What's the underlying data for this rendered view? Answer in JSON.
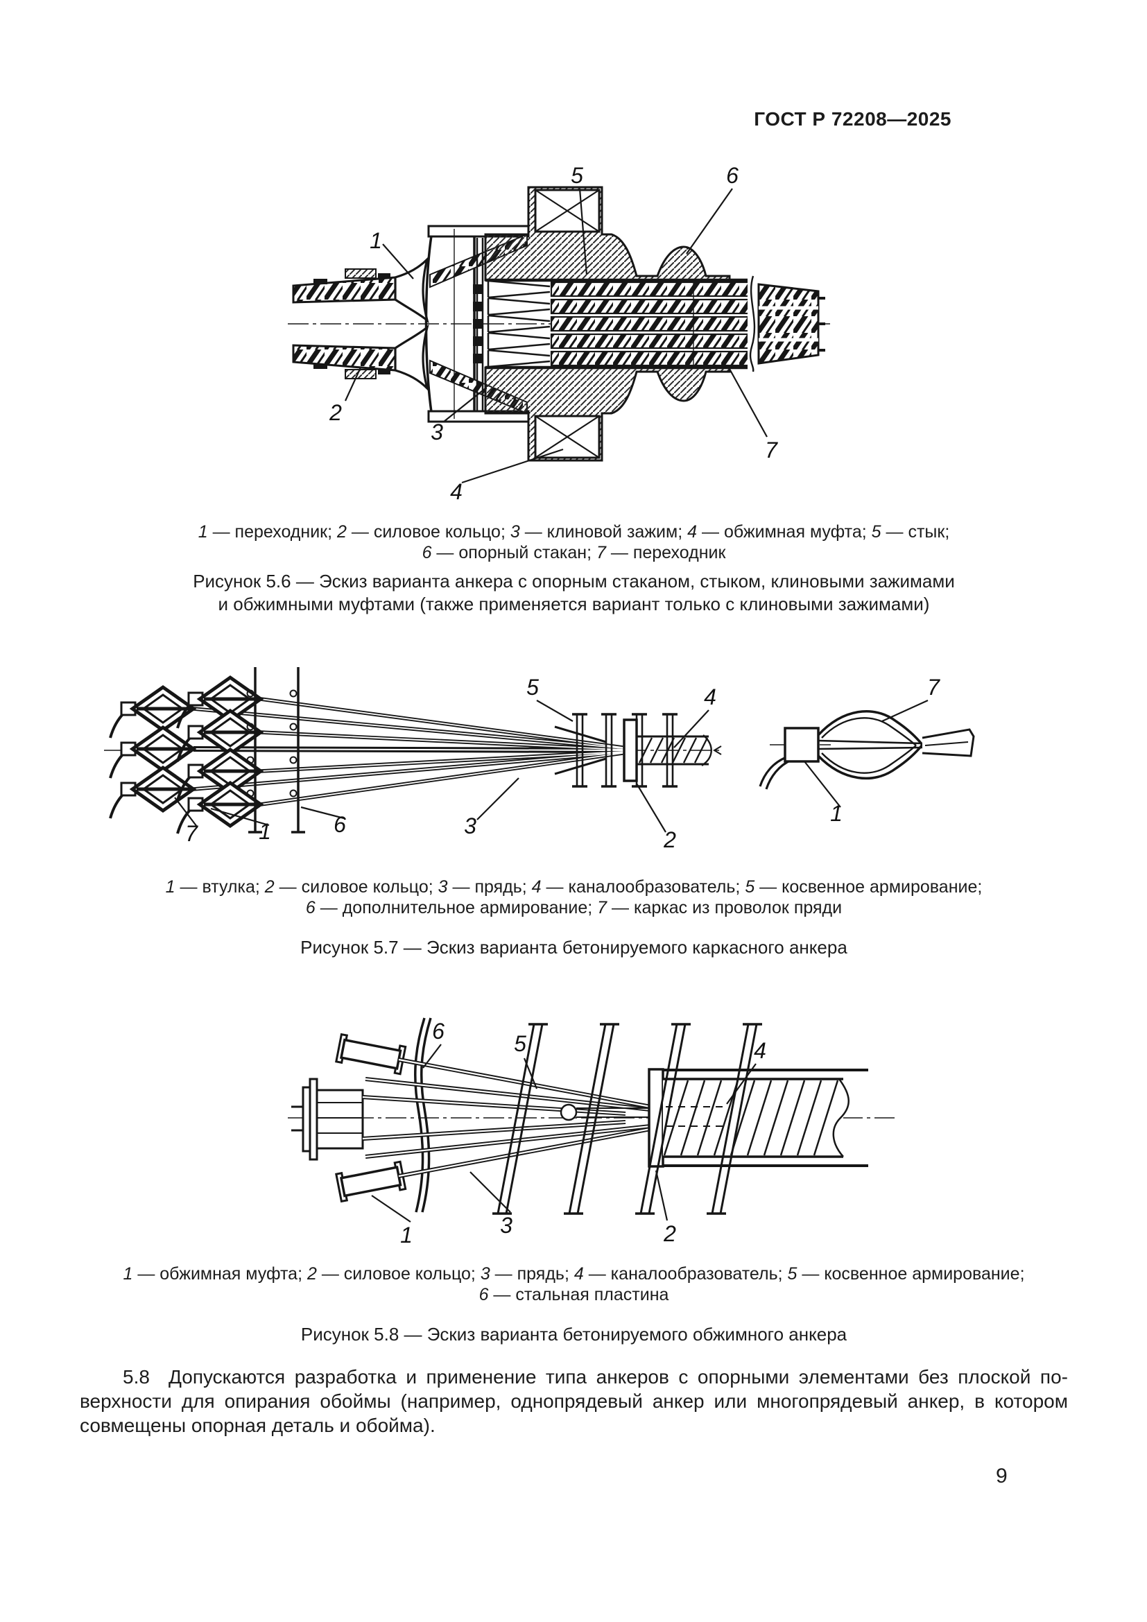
{
  "header": {
    "standard_code": "ГОСТ Р 72208—2025"
  },
  "page": {
    "number": "9"
  },
  "figure56": {
    "callouts": [
      "1",
      "2",
      "3",
      "4",
      "5",
      "6",
      "7"
    ],
    "legend_lines": [
      [
        {
          "num": "1",
          "label": "переходник"
        },
        {
          "num": "2",
          "label": "силовое кольцо"
        },
        {
          "num": "3",
          "label": "клиновой зажим"
        },
        {
          "num": "4",
          "label": "обжимная муфта"
        },
        {
          "num": "5",
          "label": "стык"
        }
      ],
      [
        {
          "num": "6",
          "label": "опорный стакан"
        },
        {
          "num": "7",
          "label": "переходник"
        }
      ]
    ],
    "caption_lines": [
      "Рисунок 5.6 — Эскиз варианта анкера с опорным стаканом, стыком, клиновыми зажимами",
      "и обжимными муфтами (также применяется вариант только с клиновыми зажимами)"
    ]
  },
  "figure57": {
    "callouts": {
      "left_frame": "7",
      "left_sleeve": "1",
      "left_extra": "6",
      "strand": "3",
      "indirect": "5",
      "duct": "4",
      "ring": "2",
      "detail_frame": "7",
      "detail_sleeve": "1"
    },
    "legend_lines": [
      [
        {
          "num": "1",
          "label": "втулка"
        },
        {
          "num": "2",
          "label": "силовое кольцо"
        },
        {
          "num": "3",
          "label": "прядь"
        },
        {
          "num": "4",
          "label": "каналообразователь"
        },
        {
          "num": "5",
          "label": "косвенное армирование"
        }
      ],
      [
        {
          "num": "6",
          "label": "дополнительное армирование"
        },
        {
          "num": "7",
          "label": "каркас из проволок пряди"
        }
      ]
    ],
    "caption_lines": [
      "Рисунок 5.7 — Эскиз варианта бетонируемого каркасного анкера"
    ]
  },
  "figure58": {
    "callouts": [
      "1",
      "2",
      "3",
      "4",
      "5",
      "6"
    ],
    "legend_lines": [
      [
        {
          "num": "1",
          "label": "обжимная муфта"
        },
        {
          "num": "2",
          "label": "силовое кольцо"
        },
        {
          "num": "3",
          "label": "прядь"
        },
        {
          "num": "4",
          "label": "каналообразователь"
        },
        {
          "num": "5",
          "label": "косвенное армирование"
        }
      ],
      [
        {
          "num": "6",
          "label": "стальная пластина"
        }
      ]
    ],
    "caption_lines": [
      "Рисунок 5.8 — Эскиз варианта бетонируемого обжимного анкера"
    ]
  },
  "paragraph58": {
    "lines": [
      "5.8  Допускаются разработка и применение типа анкеров с опорными элементами без плоской по-",
      "верхности для опирания обоймы (например, однопрядевый анкер или многопрядевый анкер, в котором",
      "совмещены опорная деталь и обойма)."
    ]
  }
}
